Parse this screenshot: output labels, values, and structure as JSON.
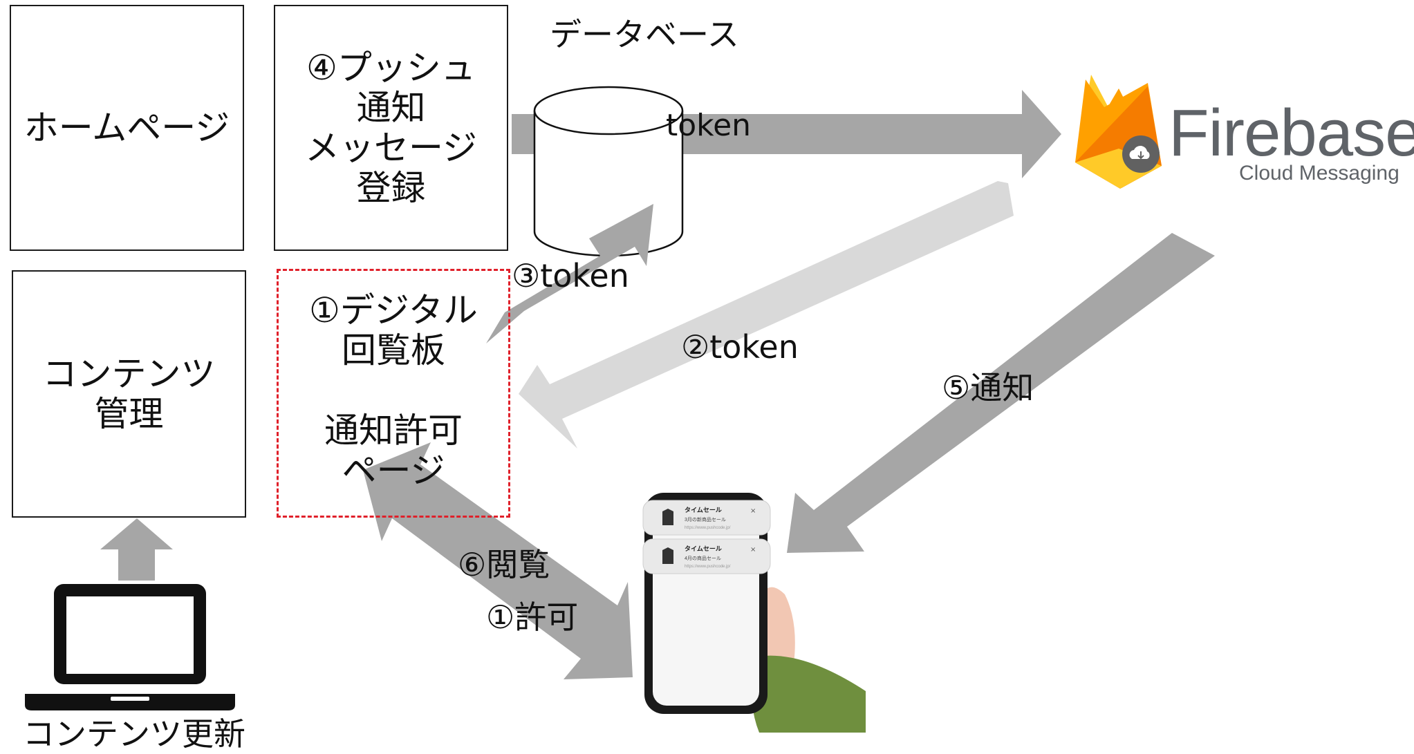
{
  "boxes": {
    "homepage": "ホームページ",
    "push_register": "④プッシュ\n通知\nメッセージ\n登録",
    "content_mgmt": "コンテンツ\n管理",
    "permission_page": "①デジタル\n回覧板\n\n通知許可\nページ"
  },
  "database": {
    "title": "データベース",
    "token": "token"
  },
  "labels": {
    "step3": "③token",
    "step2": "②token",
    "step5": "⑤通知",
    "step6": "⑥閲覧",
    "step1": "①許可",
    "content_update": "コンテンツ更新"
  },
  "firebase": {
    "name": "Firebase",
    "sub": "Cloud Messaging"
  },
  "phone": {
    "notifications": [
      {
        "title": "タイムセール",
        "body": "3月の新商品セール",
        "url": "https://www.pushcode.jp/"
      },
      {
        "title": "タイムセール",
        "body": "4月の商品セール",
        "url": "https://www.pushcode.jp/"
      }
    ]
  },
  "colors": {
    "arrow_dark": "#a6a6a6",
    "arrow_light": "#d9d9d9",
    "dashed": "#e0202a",
    "firebase_yellow": "#ffca28",
    "firebase_orange": "#ffa000",
    "firebase_red": "#f57c00"
  }
}
